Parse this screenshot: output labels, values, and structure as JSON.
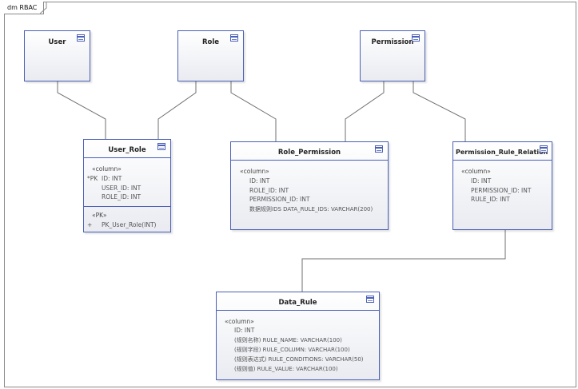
{
  "frame": {
    "title": "dm RBAC"
  },
  "entities": {
    "user": {
      "name": "User"
    },
    "role": {
      "name": "Role"
    },
    "permission": {
      "name": "Permission"
    },
    "user_role": {
      "name": "User_Role",
      "stereo_column": "«column»",
      "pk_marker": "*PK",
      "cols": [
        "ID: INT",
        "USER_ID: INT",
        "ROLE_ID: INT"
      ],
      "stereo_pk": "«PK»",
      "op_marker": "+",
      "op": "PK_User_Role(INT)"
    },
    "role_permission": {
      "name": "Role_Permission",
      "stereo_column": "«column»",
      "cols": [
        "ID: INT",
        "ROLE_ID: INT",
        "PERMISSION_ID: INT",
        "数据规则IDS DATA_RULE_IDS: VARCHAR(200)"
      ]
    },
    "permission_rule_relation": {
      "name": "Permission_Rule_Relation",
      "stereo_column": "«column»",
      "cols": [
        "ID: INT",
        "PERMISSION_ID: INT",
        "RULE_ID: INT"
      ]
    },
    "data_rule": {
      "name": "Data_Rule",
      "stereo_column": "«column»",
      "cols": [
        "ID: INT",
        "(规则名称) RULE_NAME: VARCHAR(100)",
        "(规则字段) RULE_COLUMN: VARCHAR(100)",
        "(规则表达式) RULE_CONDITIONS: VARCHAR(50)",
        "(规则值) RULE_VALUE: VARCHAR(100)"
      ]
    }
  },
  "colors": {
    "border": "#4a60b8",
    "connector": "#6f6f6f"
  }
}
